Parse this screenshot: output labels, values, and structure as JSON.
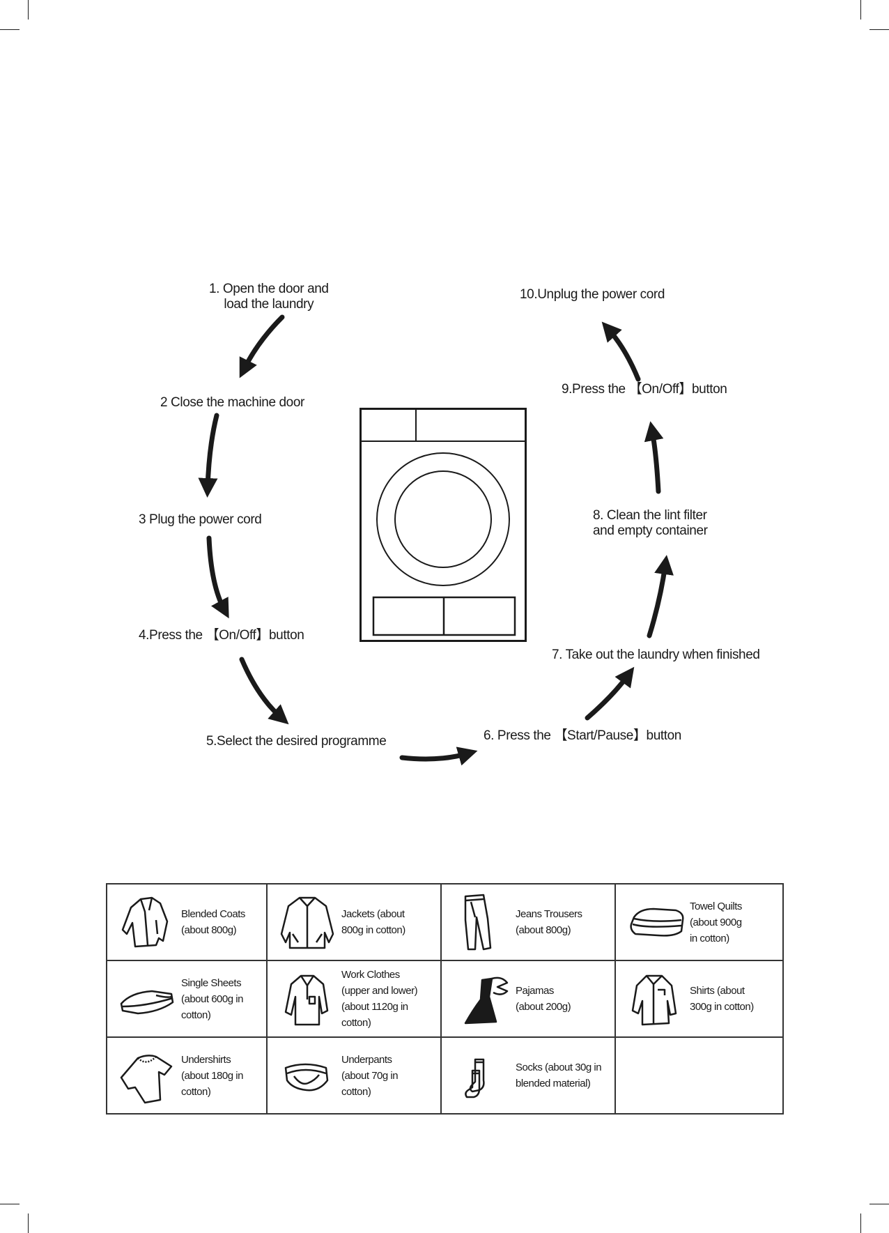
{
  "flow": {
    "steps": [
      {
        "lines": [
          "1. Open the door and",
          "load the laundry"
        ]
      },
      {
        "lines": [
          "2 Close the machine door"
        ]
      },
      {
        "lines": [
          "3 Plug the power cord"
        ]
      },
      {
        "lines": [
          "4.Press the 【On/Off】button"
        ]
      },
      {
        "lines": [
          "5.Select the desired programme"
        ]
      },
      {
        "lines": [
          "6. Press the 【Start/Pause】button"
        ]
      },
      {
        "lines": [
          "7. Take out the laundry when finished"
        ]
      },
      {
        "lines": [
          "8. Clean the lint filter",
          "and empty container"
        ]
      },
      {
        "lines": [
          "9.Press the 【On/Off】button"
        ]
      },
      {
        "lines": [
          "10.Unplug the power cord"
        ]
      }
    ]
  },
  "laundry_table": {
    "rows": [
      [
        {
          "icon": "coat-icon",
          "lines": [
            "Blended Coats",
            "(about 800g)"
          ]
        },
        {
          "icon": "jacket-icon",
          "lines": [
            "Jackets (about",
            "800g in cotton)"
          ]
        },
        {
          "icon": "trousers-icon",
          "lines": [
            "Jeans Trousers",
            "(about 800g)"
          ]
        },
        {
          "icon": "quilt-icon",
          "lines": [
            "Towel Quilts",
            "(about 900g",
            "in cotton)"
          ]
        }
      ],
      [
        {
          "icon": "sheets-icon",
          "lines": [
            "Single Sheets",
            "(about 600g in",
            "cotton)"
          ]
        },
        {
          "icon": "work-clothes-icon",
          "lines": [
            "Work Clothes",
            "(upper and lower)",
            "(about 1120g in",
            "cotton)"
          ]
        },
        {
          "icon": "pajamas-icon",
          "lines": [
            "Pajamas",
            "(about 200g)"
          ]
        },
        {
          "icon": "shirt-icon",
          "lines": [
            "Shirts (about",
            "300g in cotton)"
          ]
        }
      ],
      [
        {
          "icon": "undershirt-icon",
          "lines": [
            "Undershirts",
            "(about 180g in",
            "cotton)"
          ]
        },
        {
          "icon": "underpants-icon",
          "lines": [
            "Underpants",
            "(about 70g in",
            "cotton)"
          ]
        },
        {
          "icon": "socks-icon",
          "lines": [
            "Socks (about 30g in",
            "blended material)"
          ]
        },
        {
          "icon": "",
          "lines": []
        }
      ]
    ]
  }
}
